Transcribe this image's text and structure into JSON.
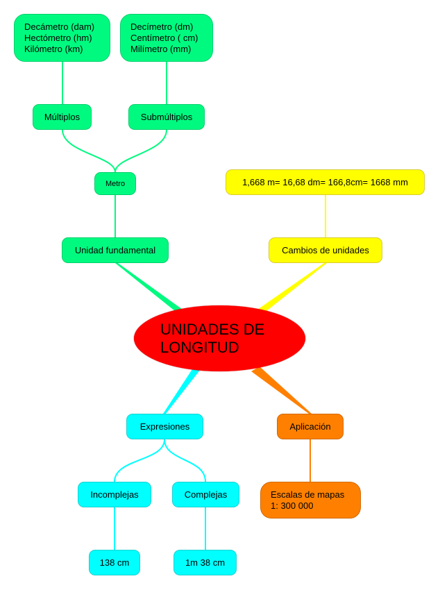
{
  "central": "UNIDADES DE\nLONGITUD",
  "colors": {
    "green": "#00fa80",
    "yellow": "#ffff00",
    "cyan": "#00ffff",
    "orange": "#ff8000",
    "red": "#ff0000"
  },
  "branches": {
    "unidad": {
      "label": "Unidad fundamental",
      "metro": "Metro",
      "multiplos": "Múltiplos",
      "submultiplos": "Submúltiplos",
      "multiplos_list": "Decámetro (dam)\nHectómetro (hm)\nKilómetro (km)",
      "submultiplos_list": "Decímetro (dm)\nCentímetro ( cm)\nMilímetro (mm)"
    },
    "cambios": {
      "label": "Cambios de unidades",
      "example": "1,668 m= 16,68 dm= 166,8cm= 1668 mm"
    },
    "expresiones": {
      "label": "Expresiones",
      "incomplejas": "Incomplejas",
      "complejas": "Complejas",
      "incomplejas_example": "138 cm",
      "complejas_example": "1m 38 cm"
    },
    "aplicacion": {
      "label": "Aplicación",
      "example": "Escalas de mapas\n1: 300 000"
    }
  }
}
